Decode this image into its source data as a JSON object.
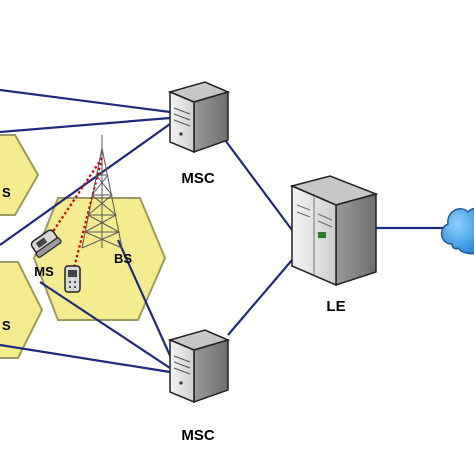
{
  "labels": {
    "msc_top": "MSC",
    "msc_bottom": "MSC",
    "le": "LE",
    "bs_main": "BS",
    "bs_left_top": "S",
    "bs_left_bottom": "S",
    "ms": "MS"
  },
  "colors": {
    "cell_fill": "#f4ec8e",
    "cell_stroke": "#9c9a62",
    "link": "#1f2a7a",
    "radio_link": "#d40000",
    "server_body": "#e2e2e2",
    "cloud": "#3b9be3"
  },
  "icons": [
    "server-icon",
    "mainframe-icon",
    "cell-tower-icon",
    "mobile-phone-icon",
    "cloud-icon"
  ]
}
